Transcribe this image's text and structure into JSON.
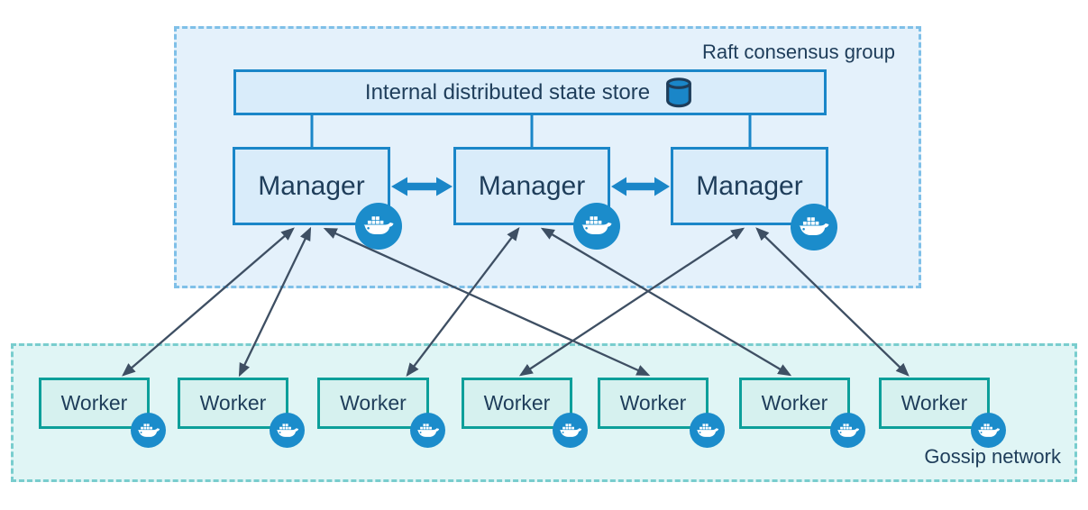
{
  "diagram": {
    "title_hint": "Docker Swarm architecture",
    "raft_group": {
      "label": "Raft consensus group",
      "state_store": {
        "label": "Internal distributed state store",
        "icon": "database-cylinder"
      },
      "managers": [
        {
          "label": "Manager",
          "icon": "docker-whale"
        },
        {
          "label": "Manager",
          "icon": "docker-whale"
        },
        {
          "label": "Manager",
          "icon": "docker-whale"
        }
      ]
    },
    "gossip_network": {
      "label": "Gossip network",
      "workers": [
        {
          "label": "Worker",
          "icon": "docker-whale"
        },
        {
          "label": "Worker",
          "icon": "docker-whale"
        },
        {
          "label": "Worker",
          "icon": "docker-whale"
        },
        {
          "label": "Worker",
          "icon": "docker-whale"
        },
        {
          "label": "Worker",
          "icon": "docker-whale"
        },
        {
          "label": "Worker",
          "icon": "docker-whale"
        },
        {
          "label": "Worker",
          "icon": "docker-whale"
        }
      ]
    },
    "links": {
      "store_to_managers": [
        "Manager 1",
        "Manager 2",
        "Manager 3"
      ],
      "manager_to_manager": [
        {
          "from": "Manager 1",
          "to": "Manager 2",
          "style": "thick-double-arrow"
        },
        {
          "from": "Manager 2",
          "to": "Manager 3",
          "style": "thick-double-arrow"
        }
      ],
      "manager_to_worker": [
        {
          "from": "Manager 1",
          "to": "Worker 1",
          "style": "thin-double-arrow"
        },
        {
          "from": "Manager 1",
          "to": "Worker 2",
          "style": "thin-double-arrow"
        },
        {
          "from": "Manager 1",
          "to": "Worker 5",
          "style": "thin-double-arrow"
        },
        {
          "from": "Manager 2",
          "to": "Worker 3",
          "style": "thin-double-arrow"
        },
        {
          "from": "Manager 2",
          "to": "Worker 6",
          "style": "thin-double-arrow"
        },
        {
          "from": "Manager 3",
          "to": "Worker 4",
          "style": "thin-double-arrow"
        },
        {
          "from": "Manager 3",
          "to": "Worker 7",
          "style": "thin-double-arrow"
        }
      ]
    },
    "colors": {
      "accent_blue": "#1a86c8",
      "node_blue_fill": "#d9ecfa",
      "raft_box_fill": "#e4f1fb",
      "raft_box_border": "#7fc0e8",
      "worker_teal_border": "#0d9f9a",
      "worker_fill": "#d6f1ef",
      "gossip_box_fill": "#e0f5f5",
      "gossip_box_border": "#79cdce",
      "docker_badge_blue": "#1b8ccb",
      "thin_arrow": "#3e4f63",
      "text_dark": "#1e3d5a"
    }
  }
}
